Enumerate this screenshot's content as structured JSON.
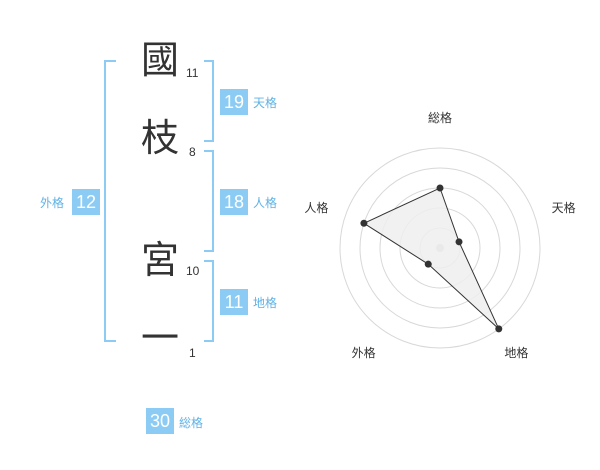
{
  "name": {
    "characters": [
      {
        "char": "國",
        "strokes": "11"
      },
      {
        "char": "枝",
        "strokes": "8"
      },
      {
        "char": "宮",
        "strokes": "10"
      },
      {
        "char": "一",
        "strokes": "1"
      }
    ]
  },
  "fortunes": {
    "tenkaku": {
      "label": "天格",
      "value": "19"
    },
    "jinkaku": {
      "label": "人格",
      "value": "18"
    },
    "chikaku": {
      "label": "地格",
      "value": "11"
    },
    "gaikaku": {
      "label": "外格",
      "value": "12"
    },
    "soukaku": {
      "label": "総格",
      "value": "30"
    }
  },
  "chart_data": {
    "type": "radar",
    "axes": [
      "総格",
      "天格",
      "地格",
      "外格",
      "人格"
    ],
    "values": [
      3,
      1,
      5,
      1,
      4
    ],
    "max": 5,
    "rings": 5,
    "colors": {
      "fill": "#efefef",
      "stroke": "#333333",
      "point": "#333333",
      "grid": "#d8d8d8",
      "center": "#c8c8c8"
    }
  }
}
